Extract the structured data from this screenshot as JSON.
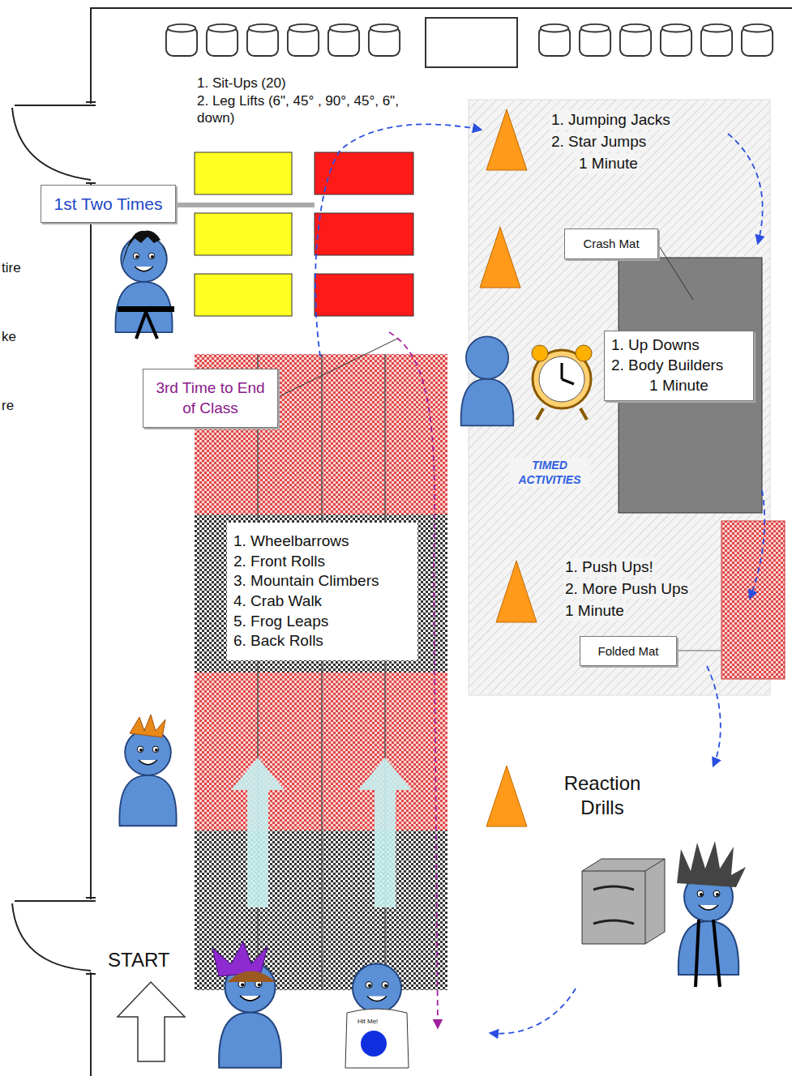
{
  "diagram": {
    "nodes": [
      {
        "text": [
          "1st Two Times"
        ]
      },
      {
        "text": [
          "3rd Time to End of Class"
        ]
      },
      {
        "text": [
          "Crash Mat"
        ]
      },
      {
        "text": [
          "1. Up Downs",
          "2. Body Builders",
          "1 Minute"
        ]
      },
      {
        "text": [
          "Folded Mat"
        ]
      },
      {
        "text": [
          "1. Wheelbarrows",
          "2. Front Rolls",
          "3. Mountain Climbers",
          "4. Crab Walk",
          "5. Frog Leaps",
          "6. Back Rolls"
        ]
      }
    ],
    "labels": [
      "1. Sit-Ups (20)",
      "2. Leg Lifts (6\", 45° , 90°, 45°, 6\", down)",
      "1. Jumping Jacks",
      "2. Star Jumps",
      "1 Minute",
      "TIMED ACTIVITIES",
      "1. Push Ups!",
      "2. More Push Ups",
      "1 Minute",
      "Reaction Drills",
      "START",
      "Hit Me!",
      "tire",
      "ke",
      "re"
    ]
  }
}
